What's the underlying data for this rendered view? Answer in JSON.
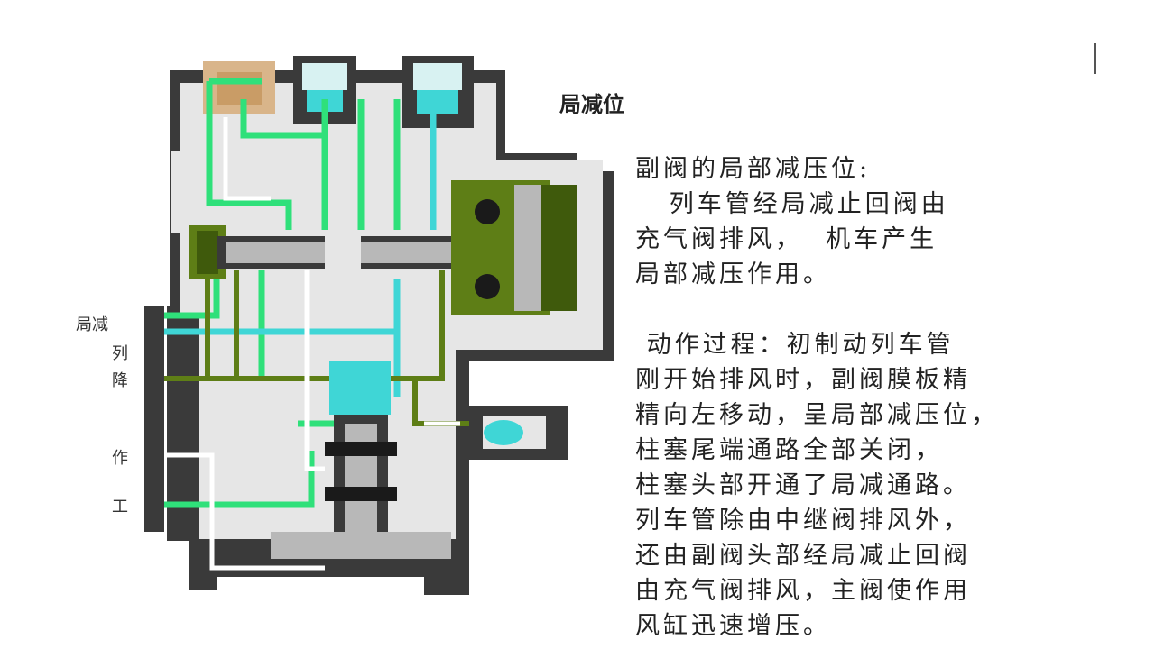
{
  "heading": "局减位",
  "side_labels": {
    "local_reduction": "局减",
    "train_pipe_a": "列",
    "train_pipe_b": "降",
    "working_a": "作",
    "working_b": "工"
  },
  "description": {
    "title": "副阀的局部减压位:",
    "p1": [
      "   列车管经局减止回阀由",
      "充气阀排风，  机车产生",
      "局部减压作用。"
    ],
    "p2": [
      " 动作过程：初制动列车管",
      "刚开始排风时，副阀膜板精",
      "精向左移动，呈局部减压位，",
      "柱塞尾端通路全部关闭，",
      "柱塞头部开通了局减通路。",
      "列车管除由中继阀排风外，",
      "还由副阀头部经局减止回阀",
      "由充气阀排风，主阀使作用",
      "风缸迅速增压。"
    ]
  },
  "colors": {
    "body": "#3a3a3a",
    "chamber": "#e6e6e6",
    "green": "#2fe07a",
    "olive": "#5e7e16",
    "olive_dark": "#3f5a0c",
    "cyan": "#3fd6d6",
    "piston": "#b8b8b8"
  }
}
